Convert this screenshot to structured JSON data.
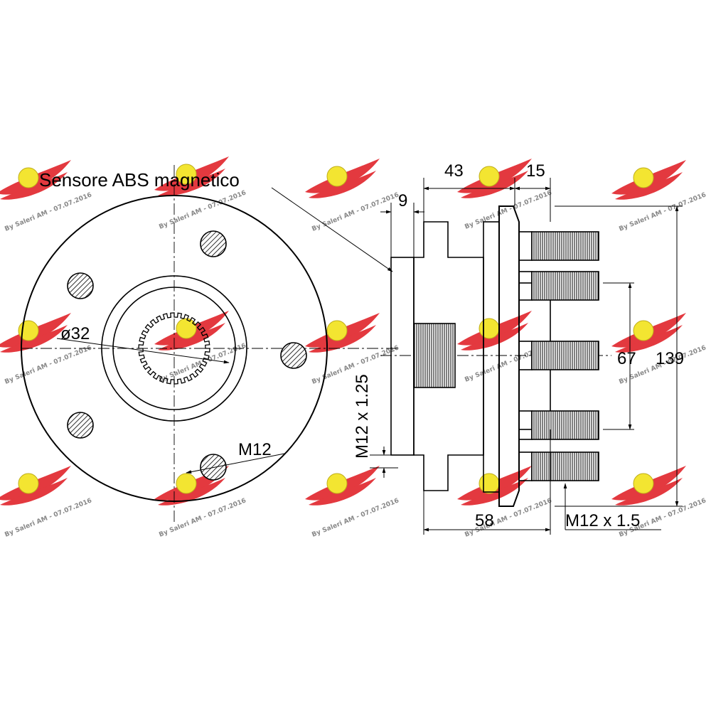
{
  "labels": {
    "abs_sensor": "Sensore ABS magnetico",
    "bore_diameter": "ø32",
    "bolt_thread": "M12",
    "axial_thread": "M12 x 1.25",
    "dim_43": "43",
    "dim_15": "15",
    "dim_9": "9",
    "dim_58": "58",
    "dim_67": "67",
    "dim_139": "139",
    "stud_thread": "M12 x 1.5"
  },
  "watermark": {
    "text": "By Saleri AM - 07.07.2016",
    "logo_color": "#e0232a",
    "disc_color": "#f2e21a"
  },
  "colors": {
    "line": "#000000"
  }
}
